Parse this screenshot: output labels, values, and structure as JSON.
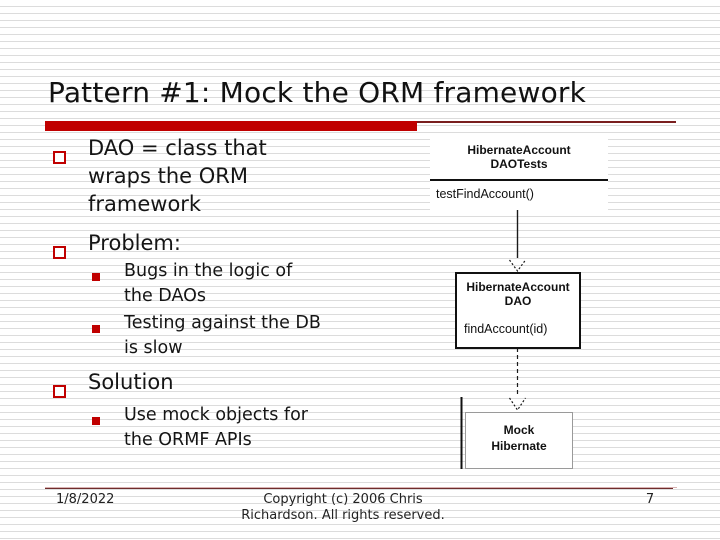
{
  "slide": {
    "title": "Pattern #1: Mock the ORM framework",
    "bullets": [
      {
        "level": 1,
        "lines": [
          "DAO = class that",
          "wraps the ORM",
          "framework"
        ]
      },
      {
        "level": 1,
        "lines": [
          "Problem:"
        ]
      },
      {
        "level": 2,
        "lines": [
          "Bugs in the logic of",
          "the DAOs"
        ]
      },
      {
        "level": 2,
        "lines": [
          "Testing against the DB",
          "is slow"
        ]
      },
      {
        "level": 1,
        "lines": [
          "Solution"
        ]
      },
      {
        "level": 2,
        "lines": [
          "Use mock objects for",
          "the ORMF APIs"
        ]
      }
    ],
    "diagram": {
      "test_box": {
        "title_lines": [
          "HibernateAccount",
          "DAOTests"
        ],
        "member": "testFindAccount()"
      },
      "dao_box": {
        "title_lines": [
          "HibernateAccount",
          "DAO"
        ],
        "member": "findAccount(id)"
      },
      "mock_box": {
        "title_lines": [
          "Mock",
          "Hibernate"
        ]
      }
    },
    "footer": {
      "date": "1/8/2022",
      "copyright_lines": [
        "Copyright (c)  2006 Chris",
        "Richardson. All rights reserved."
      ],
      "page_number": "7"
    },
    "icons": {
      "bullet_level1": "hollow-red-square",
      "bullet_level2": "filled-red-square",
      "connector": "dashed-open-arrow"
    },
    "colors": {
      "accent_red": "#c00000",
      "thin_rule_red": "#7a1f1f",
      "footer_rule_maroon": "#6f2c2c",
      "stripe_gray": "#dcdcdc"
    }
  }
}
